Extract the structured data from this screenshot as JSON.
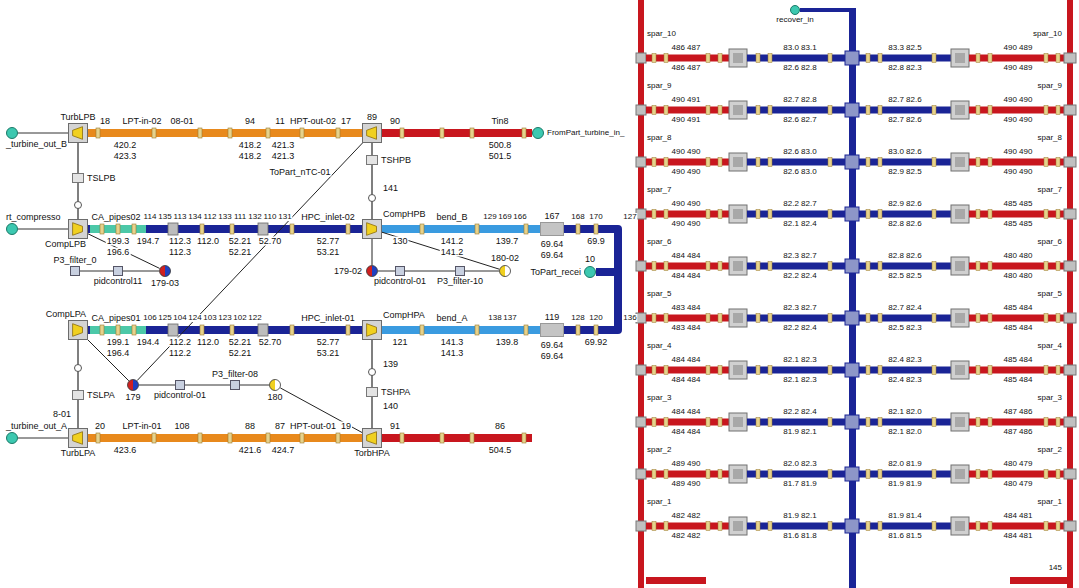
{
  "diagram": {
    "nodes": [
      {
        "text": [
          "_turbine_out_B"
        ]
      },
      {
        "text": [
          "TurbLPB"
        ]
      },
      {
        "text": [
          "TSLPB"
        ]
      },
      {
        "text": [
          "89"
        ]
      },
      {
        "text": [
          "TSHPB"
        ]
      },
      {
        "text": [
          "FromPart_turbine_in_"
        ]
      },
      {
        "text": [
          "rt_compresso"
        ]
      },
      {
        "text": [
          "CompLPB"
        ]
      },
      {
        "text": [
          "CompHPB"
        ]
      },
      {
        "text": [
          "167"
        ]
      },
      {
        "text": [
          "ToPart_recei"
        ]
      },
      {
        "text": [
          "CompLPA"
        ]
      },
      {
        "text": [
          "CompHPA"
        ]
      },
      {
        "text": [
          "119"
        ]
      },
      {
        "text": [
          "TSLPA"
        ]
      },
      {
        "text": [
          "TSHPA"
        ]
      },
      {
        "text": [
          "_turbine_out_A"
        ]
      },
      {
        "text": [
          "TurbLPA"
        ]
      },
      {
        "text": [
          "TorbHPA"
        ]
      },
      {
        "text": [
          "P3_filter_0"
        ]
      },
      {
        "text": [
          "pidcontrol11"
        ]
      },
      {
        "text": [
          "179-03"
        ]
      },
      {
        "text": [
          "179-02"
        ]
      },
      {
        "text": [
          "pidcontrol-01"
        ]
      },
      {
        "text": [
          "P3_filter-10"
        ]
      },
      {
        "text": [
          "180-02"
        ]
      },
      {
        "text": [
          "179"
        ]
      },
      {
        "text": [
          "pidcontrol-01"
        ]
      },
      {
        "text": [
          "P3_filter-08"
        ]
      },
      {
        "text": [
          "180"
        ]
      },
      {
        "text": [
          "recover_in"
        ]
      }
    ],
    "edges": [
      {
        "from": 0,
        "to": 1,
        "arrow": "none"
      },
      {
        "from": 1,
        "to": 3,
        "arrow": "none"
      },
      {
        "from": 3,
        "to": 5,
        "arrow": "none"
      },
      {
        "from": 1,
        "to": 2,
        "arrow": "none"
      },
      {
        "from": 2,
        "to": 7,
        "arrow": "none"
      },
      {
        "from": 3,
        "to": 4,
        "arrow": "none"
      },
      {
        "from": 4,
        "to": 8,
        "arrow": "none"
      },
      {
        "from": 6,
        "to": 7,
        "arrow": "none"
      },
      {
        "from": 7,
        "to": 8,
        "arrow": "none"
      },
      {
        "from": 8,
        "to": 9,
        "arrow": "none"
      },
      {
        "from": 9,
        "to": 10,
        "arrow": "none"
      },
      {
        "from": 13,
        "to": 10,
        "arrow": "none"
      },
      {
        "from": 11,
        "to": 12,
        "arrow": "none"
      },
      {
        "from": 12,
        "to": 13,
        "arrow": "none"
      },
      {
        "from": 11,
        "to": 14,
        "arrow": "none"
      },
      {
        "from": 14,
        "to": 17,
        "arrow": "none"
      },
      {
        "from": 12,
        "to": 15,
        "arrow": "none"
      },
      {
        "from": 15,
        "to": 18,
        "arrow": "none"
      },
      {
        "from": 16,
        "to": 17,
        "arrow": "none"
      },
      {
        "from": 17,
        "to": 18,
        "arrow": "none"
      },
      {
        "from": 19,
        "to": 20,
        "arrow": "none"
      },
      {
        "from": 20,
        "to": 21,
        "arrow": "none"
      },
      {
        "from": 22,
        "to": 23,
        "arrow": "none"
      },
      {
        "from": 23,
        "to": 24,
        "arrow": "none"
      },
      {
        "from": 24,
        "to": 25,
        "arrow": "none"
      },
      {
        "from": 26,
        "to": 27,
        "arrow": "none"
      },
      {
        "from": 27,
        "to": 28,
        "arrow": "none"
      },
      {
        "from": 28,
        "to": 29,
        "arrow": "none"
      },
      {
        "from": 21,
        "to": 7,
        "arrow": "none"
      },
      {
        "from": 22,
        "to": 8,
        "arrow": "none"
      },
      {
        "from": 25,
        "to": 8,
        "arrow": "none"
      },
      {
        "from": 26,
        "to": 3,
        "arrow": "none"
      },
      {
        "from": 29,
        "to": 18,
        "arrow": "none"
      },
      {
        "from": 26,
        "to": 11,
        "arrow": "none"
      }
    ],
    "labels": [
      "18",
      "LPT-in-02",
      "08-01",
      "94",
      "11",
      "HPT-out-02",
      "17",
      "420.2",
      "423.3",
      "418.2",
      "418.2",
      "421.3",
      "421.3",
      "90",
      "Tin8",
      "500.8",
      "501.5",
      "ToPart_nTC-01",
      "141",
      "CA_pipes02",
      "114",
      "135",
      "113",
      "134",
      "112",
      "133",
      "111",
      "132",
      "110",
      "131",
      "HPC_inlet-02",
      "199.3",
      "194.7",
      "112.3",
      "112.0",
      "52.21",
      "52.70",
      "52.77",
      "196.6",
      "112.3",
      "52.21",
      "53.21",
      "130",
      "bend_B",
      "129",
      "169",
      "166",
      "141.2",
      "141.2",
      "139.7",
      "69.64",
      "69.64",
      "168",
      "170",
      "69.9",
      "127",
      "10",
      "CA_pipes01",
      "106",
      "125",
      "104",
      "124",
      "103",
      "123",
      "102",
      "122",
      "HPC_inlet-01",
      "199.1",
      "194.4",
      "112.2",
      "112.0",
      "52.21",
      "52.70",
      "52.77",
      "196.4",
      "112.2",
      "52.21",
      "53.21",
      "121",
      "bend_A",
      "138",
      "137",
      "141.3",
      "141.3",
      "139.8",
      "69.64",
      "69.64",
      "128",
      "120",
      "69.92",
      "136",
      "139",
      "8-01",
      "140",
      "20",
      "LPT-in-01",
      "108",
      "88",
      "87",
      "HPT-out-01",
      "19",
      "423.6",
      "421.6",
      "424.7",
      "91",
      "86",
      "504.5",
      "spar_10",
      "486 487",
      "486 487",
      "83.0 83.1",
      "82.6 82.8",
      "83.3 82.5",
      "82.8 82.3",
      "490 489",
      "490 489",
      "spar_10",
      "spar_9",
      "490 491",
      "490 491",
      "82.7 82.8",
      "82.6 82.7",
      "82.7 82.6",
      "82.7 82.6",
      "490 490",
      "490 490",
      "spar_9",
      "spar_8",
      "490 490",
      "490 490",
      "82.6 83.0",
      "82.6 83.0",
      "83.0 82.6",
      "82.9 82.5",
      "490 490",
      "490 490",
      "spar_8",
      "spar_7",
      "490 490",
      "490 490",
      "82.2 82.7",
      "82.1 82.4",
      "82.9 82.6",
      "82.8 82.6",
      "485 485",
      "485 485",
      "spar_7",
      "spar_6",
      "484 484",
      "484 484",
      "82.3 82.7",
      "82.2 82.4",
      "82.8 82.6",
      "82.5 82.5",
      "480 480",
      "480 480",
      "spar_6",
      "spar_5",
      "483 484",
      "483 484",
      "82.3 82.7",
      "82.2 82.4",
      "82.7 82.4",
      "82.5 82.3",
      "485 484",
      "485 484",
      "spar_5",
      "spar_4",
      "484 484",
      "484 484",
      "82.1 82.3",
      "82.1 82.3",
      "82.4 82.3",
      "82.4 82.3",
      "485 484",
      "485 484",
      "spar_4",
      "spar_3",
      "484 484",
      "484 484",
      "82.2 82.4",
      "81.9 82.1",
      "82.1 82.0",
      "82.1 82.0",
      "487 486",
      "487 486",
      "spar_3",
      "spar_2",
      "489 490",
      "489 490",
      "82.0 82.3",
      "81.7 81.9",
      "82.0 81.9",
      "81.9 81.9",
      "480 479",
      "480 479",
      "spar_2",
      "spar_1",
      "482 482",
      "482 482",
      "81.9 82.1",
      "81.6 81.8",
      "81.9 81.4",
      "81.6 81.5",
      "484 481",
      "484 481",
      "spar_1",
      "145"
    ]
  }
}
